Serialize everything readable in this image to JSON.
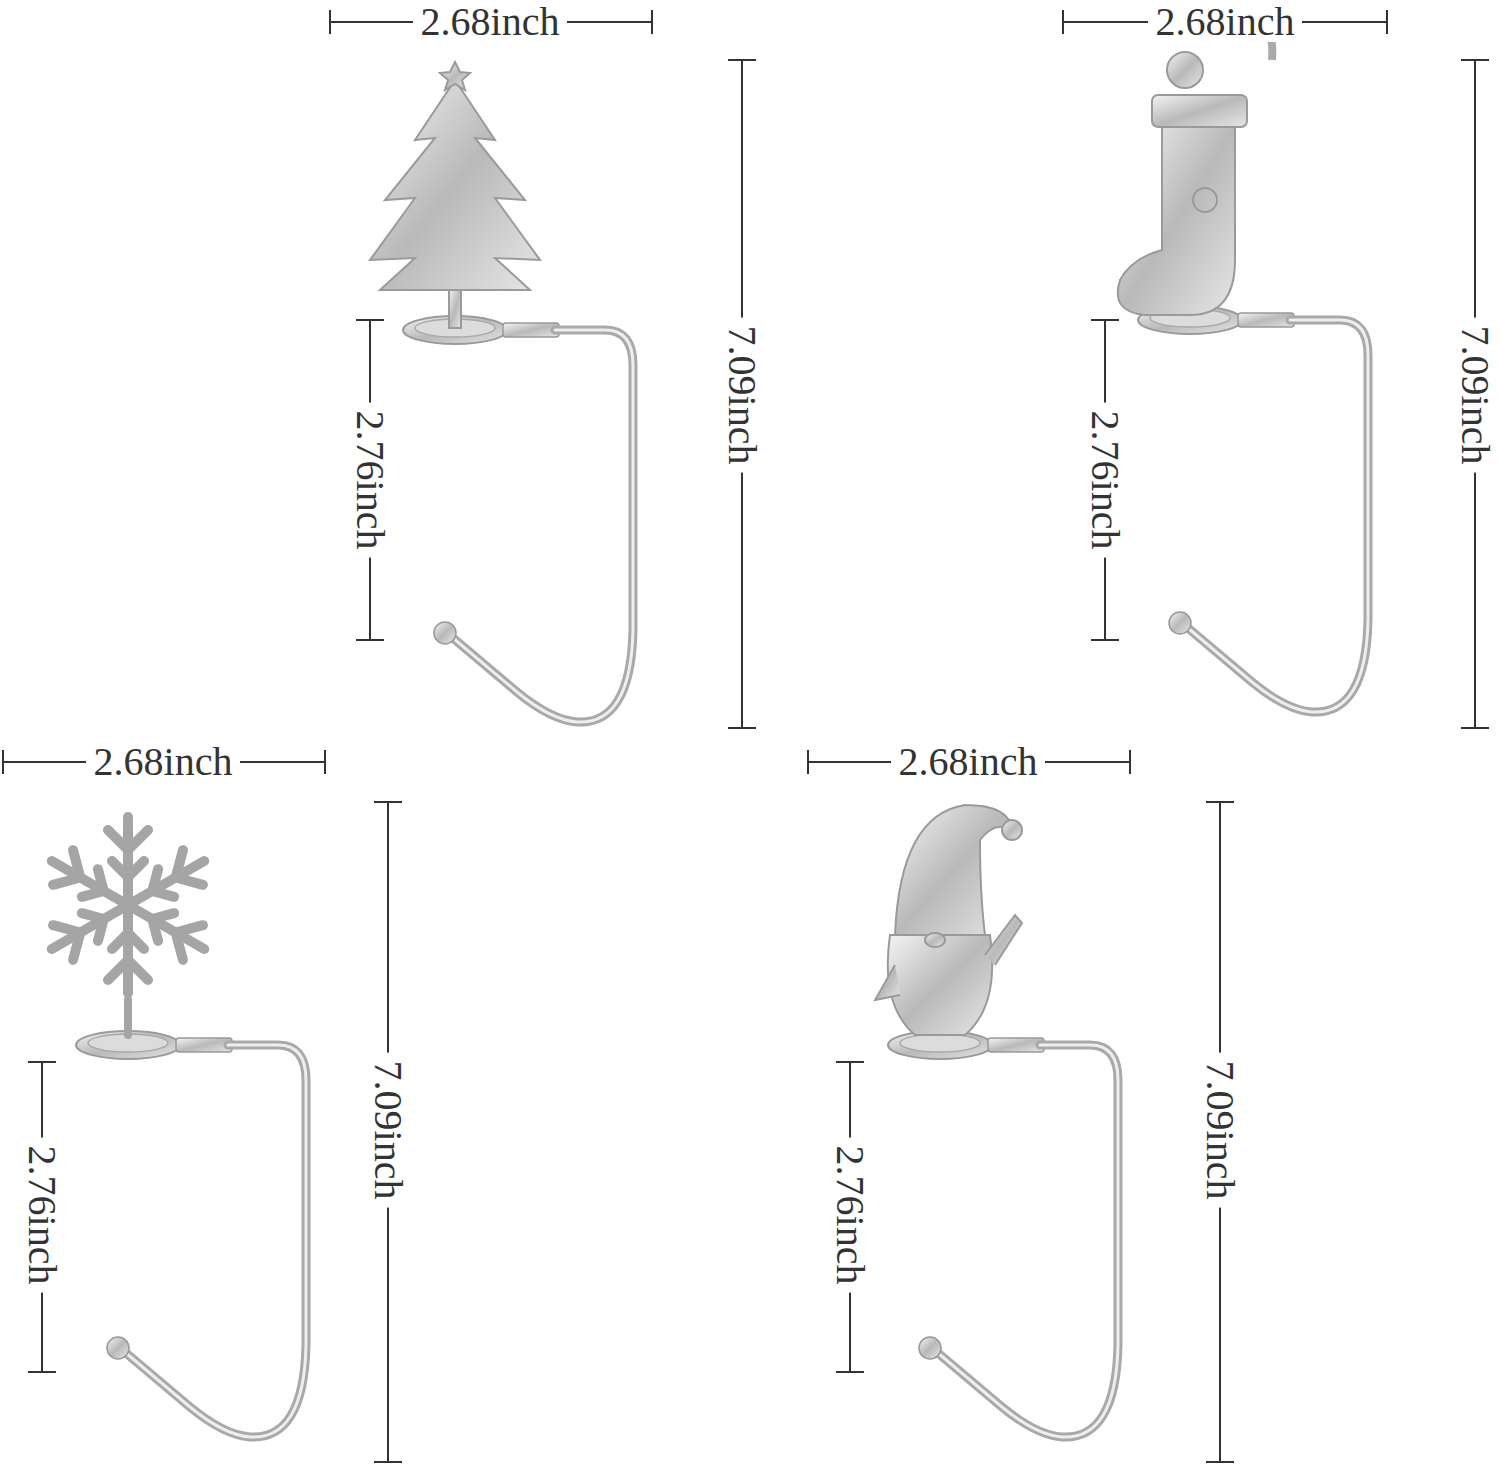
{
  "diagram": {
    "labels": [
      "2.68inch",
      "7.09inch",
      "2.76inch",
      "2.68inch",
      "7.09inch",
      "2.76inch",
      "2.68inch",
      "7.09inch",
      "2.76inch",
      "2.68inch",
      "7.09inch",
      "2.76inch"
    ]
  }
}
